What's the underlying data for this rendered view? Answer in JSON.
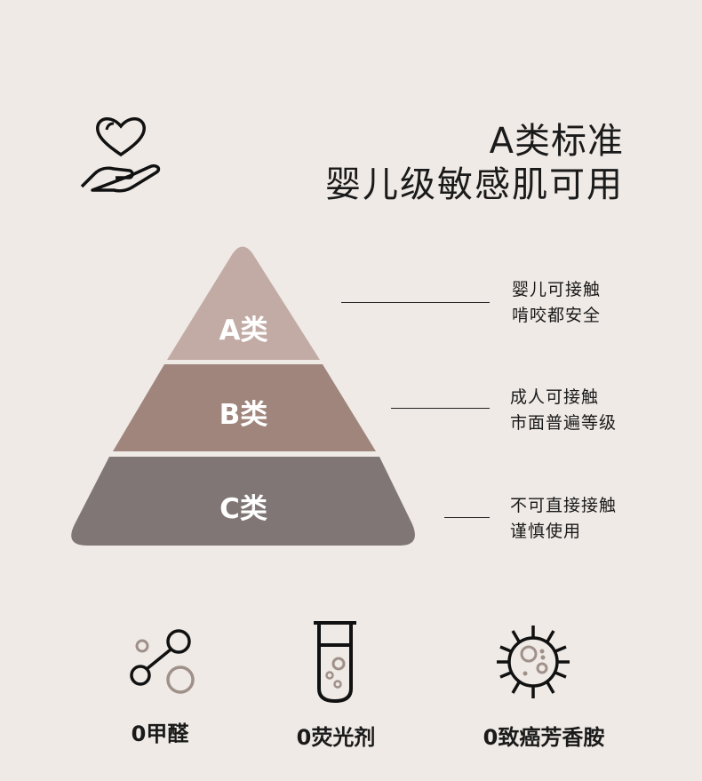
{
  "header": {
    "title_line1": "A类标准",
    "title_line2": "婴儿级敏感肌可用",
    "icon": "hand-heart-icon"
  },
  "pyramid": {
    "tiers": [
      {
        "label": "A类",
        "color": "#c2aba5",
        "desc_line1": "婴儿可接触",
        "desc_line2": "啃咬都安全"
      },
      {
        "label": "B类",
        "color": "#9f857c",
        "desc_line1": "成人可接触",
        "desc_line2": "市面普遍等级"
      },
      {
        "label": "C类",
        "color": "#7f7675",
        "desc_line1": "不可直接接触",
        "desc_line2": "谨慎使用"
      }
    ]
  },
  "features": [
    {
      "label": "0甲醛",
      "icon": "molecule-icon"
    },
    {
      "label": "0荧光剂",
      "icon": "test-tube-icon"
    },
    {
      "label": "0致癌芳香胺",
      "icon": "bacteria-icon"
    }
  ],
  "colors": {
    "background": "#efeae6",
    "accent": "#a0908a"
  }
}
